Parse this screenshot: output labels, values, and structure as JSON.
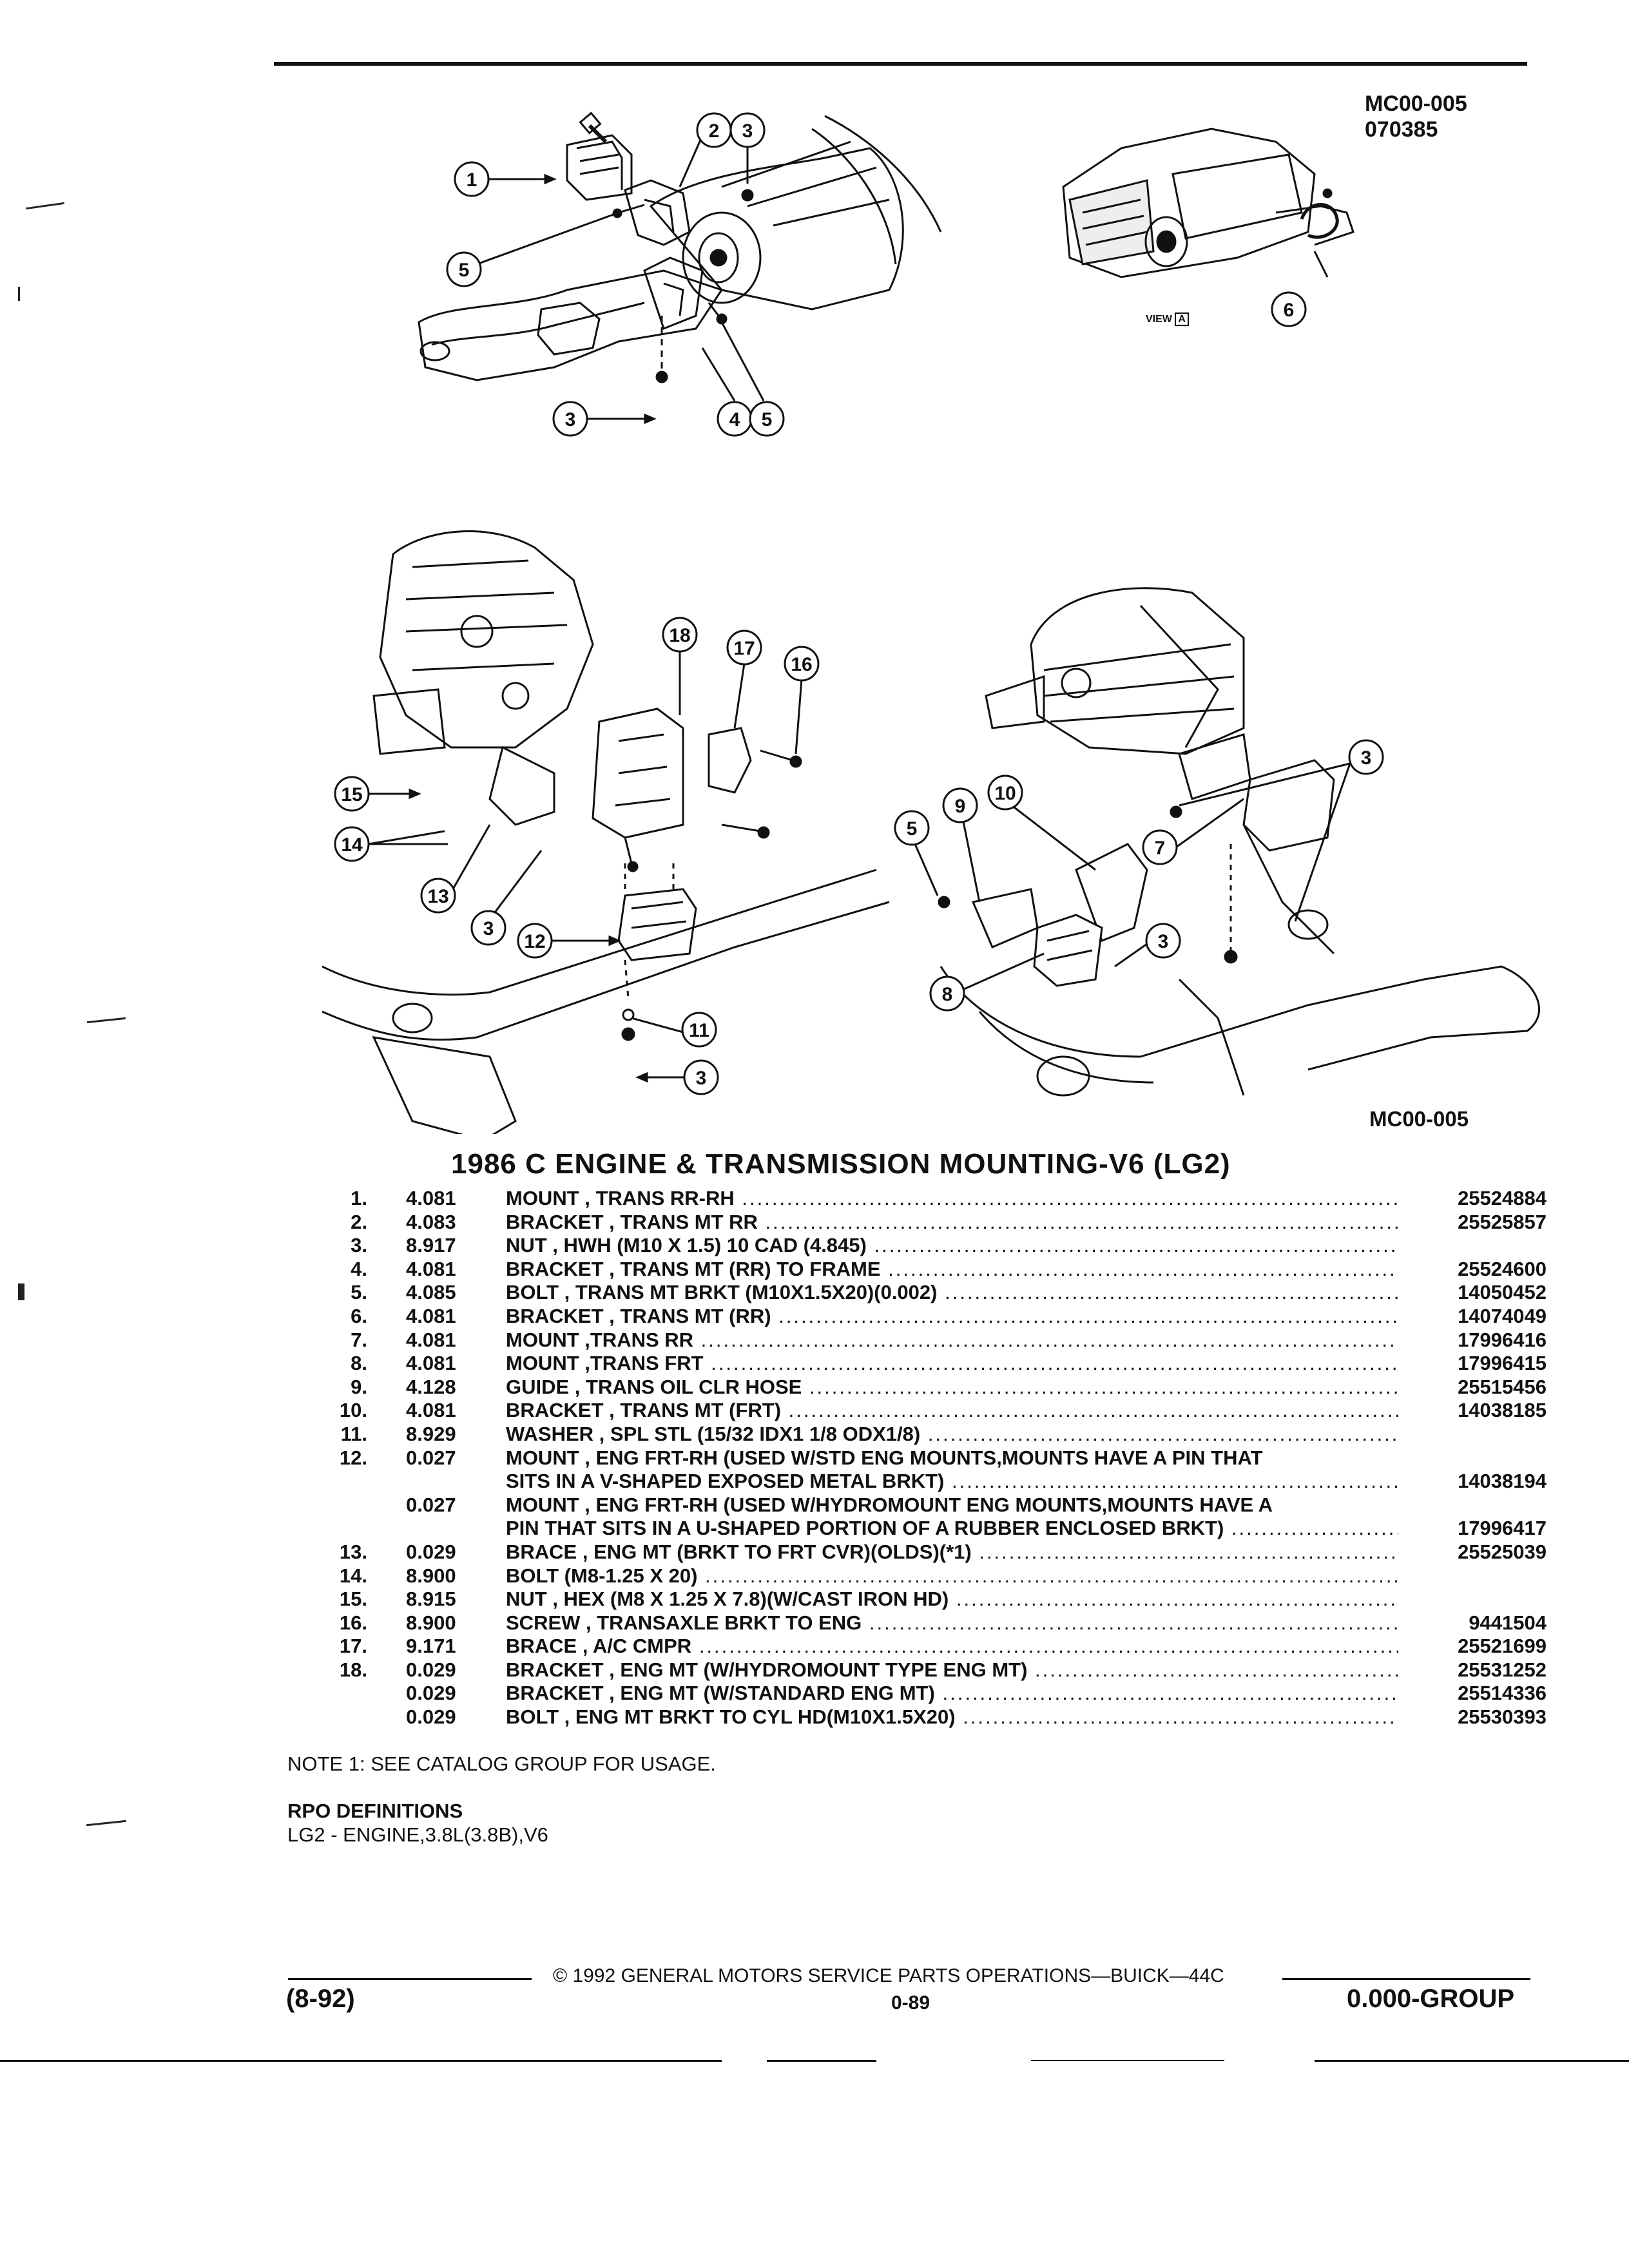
{
  "figure_codes": {
    "top_right": "MC00-005",
    "top_right_sub": "070385",
    "bottom_right": "MC00-005",
    "view_label": "VIEW",
    "view_letter": "A"
  },
  "callouts_top_left": [
    "1",
    "2",
    "3",
    "5",
    "3",
    "4",
    "5"
  ],
  "callouts_top_right": [
    "6"
  ],
  "callouts_bottom_left": [
    "18",
    "17",
    "16",
    "15",
    "14",
    "13",
    "3",
    "12",
    "11",
    "3"
  ],
  "callouts_bottom_right": [
    "10",
    "9",
    "5",
    "7",
    "3",
    "3",
    "8"
  ],
  "section_title": "1986 C ENGINE & TRANSMISSION MOUNTING-V6 (LG2)",
  "parts": [
    {
      "num": "1.",
      "code": "4.081",
      "desc": "MOUNT , TRANS RR-RH",
      "pn": "25524884"
    },
    {
      "num": "2.",
      "code": "4.083",
      "desc": "BRACKET , TRANS MT RR",
      "pn": "25525857"
    },
    {
      "num": "3.",
      "code": "8.917",
      "desc": "NUT , HWH (M10 X 1.5) 10 CAD (4.845)",
      "pn": ""
    },
    {
      "num": "4.",
      "code": "4.081",
      "desc": "BRACKET , TRANS MT (RR) TO FRAME",
      "pn": "25524600"
    },
    {
      "num": "5.",
      "code": "4.085",
      "desc": "BOLT , TRANS MT BRKT (M10X1.5X20)(0.002)",
      "pn": "14050452"
    },
    {
      "num": "6.",
      "code": "4.081",
      "desc": "BRACKET , TRANS MT (RR)",
      "pn": "14074049"
    },
    {
      "num": "7.",
      "code": "4.081",
      "desc": "MOUNT ,TRANS RR",
      "pn": "17996416"
    },
    {
      "num": "8.",
      "code": "4.081",
      "desc": "MOUNT ,TRANS FRT",
      "pn": "17996415"
    },
    {
      "num": "9.",
      "code": "4.128",
      "desc": "GUIDE , TRANS OIL CLR HOSE",
      "pn": "25515456"
    },
    {
      "num": "10.",
      "code": "4.081",
      "desc": "BRACKET , TRANS MT (FRT)",
      "pn": "14038185"
    },
    {
      "num": "11.",
      "code": "8.929",
      "desc": "WASHER , SPL STL (15/32 IDX1 1/8 ODX1/8)",
      "pn": ""
    },
    {
      "num": "12.",
      "code": "0.027",
      "desc": "MOUNT , ENG FRT-RH (USED W/STD ENG MOUNTS,MOUNTS HAVE A PIN THAT",
      "pn": "",
      "nodots": true
    },
    {
      "num": "",
      "code": "",
      "desc": "SITS IN A V-SHAPED EXPOSED METAL BRKT)",
      "pn": "14038194"
    },
    {
      "num": "",
      "code": "0.027",
      "desc": "MOUNT , ENG FRT-RH (USED W/HYDROMOUNT ENG MOUNTS,MOUNTS HAVE A",
      "pn": "",
      "nodots": true
    },
    {
      "num": "",
      "code": "",
      "desc": "PIN THAT SITS IN A U-SHAPED PORTION OF A RUBBER ENCLOSED BRKT)",
      "pn": "17996417"
    },
    {
      "num": "13.",
      "code": "0.029",
      "desc": "BRACE , ENG MT (BRKT TO FRT CVR)(OLDS)(*1)",
      "pn": "25525039"
    },
    {
      "num": "14.",
      "code": "8.900",
      "desc": "BOLT (M8-1.25 X 20)",
      "pn": ""
    },
    {
      "num": "15.",
      "code": "8.915",
      "desc": "NUT , HEX (M8 X 1.25 X 7.8)(W/CAST IRON HD)",
      "pn": ""
    },
    {
      "num": "16.",
      "code": "8.900",
      "desc": "SCREW , TRANSAXLE BRKT TO ENG",
      "pn": "9441504"
    },
    {
      "num": "17.",
      "code": "9.171",
      "desc": "BRACE , A/C CMPR",
      "pn": "25521699"
    },
    {
      "num": "18.",
      "code": "0.029",
      "desc": "BRACKET , ENG MT (W/HYDROMOUNT TYPE ENG MT)",
      "pn": "25531252"
    },
    {
      "num": "",
      "code": "0.029",
      "desc": "BRACKET , ENG MT (W/STANDARD ENG MT)",
      "pn": "25514336"
    },
    {
      "num": "",
      "code": "0.029",
      "desc": "BOLT , ENG MT BRKT TO CYL HD(M10X1.5X20)",
      "pn": "25530393"
    }
  ],
  "note": "NOTE  1:  SEE CATALOG GROUP FOR USAGE.",
  "rpo_heading": "RPO DEFINITIONS",
  "rpo_line": "LG2 - ENGINE,3.8L(3.8B),V6",
  "footer": {
    "copyright": "©  1992  GENERAL MOTORS SERVICE PARTS OPERATIONS—BUICK—44C",
    "date_code": "(8-92)",
    "page": "0-89",
    "group": "0.000-GROUP"
  }
}
